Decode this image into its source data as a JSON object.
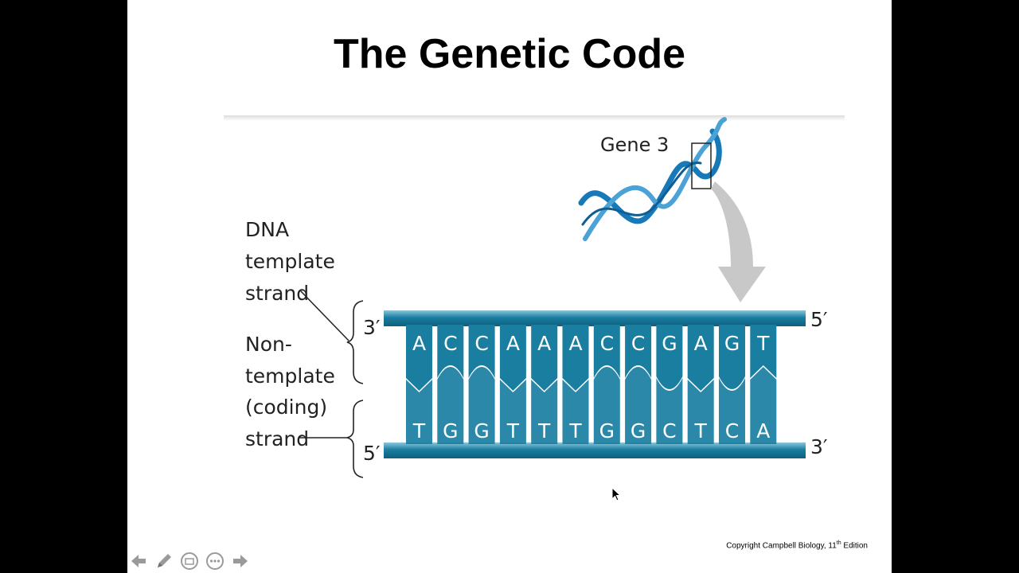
{
  "slide": {
    "title": "The Genetic Code",
    "copyright_text": "Copyright Campbell Biology, 11",
    "copyright_sup": "th",
    "copyright_suffix": " Edition"
  },
  "figure": {
    "gene_label": "Gene 3",
    "template_label_lines": [
      "DNA",
      "template",
      "strand"
    ],
    "nontemplate_label_lines": [
      "Non-",
      "template",
      "(coding)",
      "strand"
    ],
    "top_left_end": "3′",
    "top_right_end": "5′",
    "bottom_left_end": "5′",
    "bottom_right_end": "3′",
    "template_bases": [
      "A",
      "C",
      "C",
      "A",
      "A",
      "A",
      "C",
      "C",
      "G",
      "A",
      "G",
      "T"
    ],
    "coding_bases": [
      "T",
      "G",
      "G",
      "T",
      "T",
      "T",
      "G",
      "G",
      "C",
      "T",
      "C",
      "A"
    ],
    "colors": {
      "strand": "#1a7ea1",
      "strand_light": "#6fb6cf",
      "helix": "#1779b8",
      "arrow": "#c8c8c8"
    }
  },
  "controls": {
    "icons": [
      "back-arrow-icon",
      "pen-icon",
      "slides-icon",
      "more-icon",
      "forward-arrow-icon"
    ]
  }
}
